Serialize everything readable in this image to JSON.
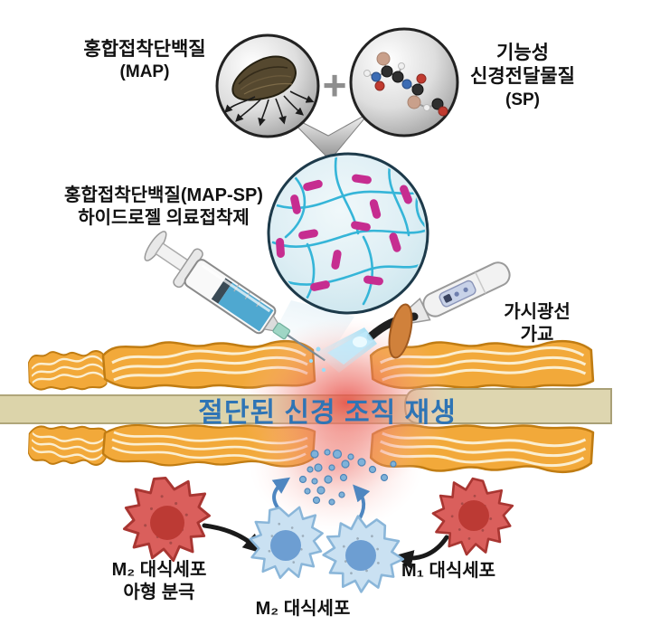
{
  "top": {
    "map_label_line1": "홍합접착단백질",
    "map_label_line2": "(MAP)",
    "plus": "+",
    "sp_label_line1": "기능성",
    "sp_label_line2": "신경전달물질",
    "sp_label_line3": "(SP)"
  },
  "hydrogel": {
    "label_line1": "홍합접착단백질(MAP-SP)",
    "label_line2": "하이드로젤 의료접착제"
  },
  "procedure": {
    "light_label_line1": "가시광선",
    "light_label_line2": "가교",
    "center_title": "절단된 신경 조직 재생"
  },
  "cells": {
    "m2_polarization_line1": "M₂ 대식세포",
    "m2_polarization_line2": "아형 분극",
    "m2_label": "M₂ 대식세포",
    "m1_label": "M₁ 대식세포"
  },
  "colors": {
    "title_blue": "#2e74b5",
    "rod_magenta": "#c62d90",
    "strand_blue": "#35b5d8",
    "myelin_orange": "#f2a93a",
    "myelin_border": "#c07c12",
    "axon_beige": "#dcd4aa",
    "red_cell": "#da5f5c",
    "red_cell_border": "#a93632",
    "blue_cell": "#cae1f2",
    "blue_cell_border": "#8ab6d9",
    "glow_red": "#e85048",
    "arrow_black": "#1a1a1a",
    "arrow_blue": "#4e86c0",
    "liquid_blue": "#4fa8d0",
    "shield_orange": "#d0813b"
  }
}
